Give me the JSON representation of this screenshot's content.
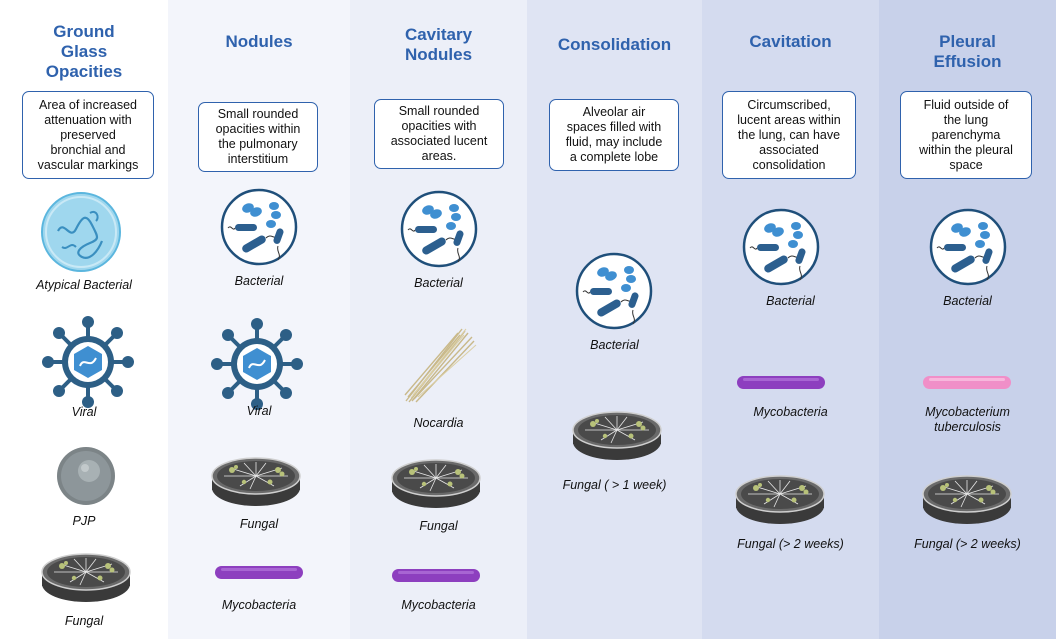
{
  "columns": [
    {
      "heading": [
        "Ground",
        "Glass",
        "Opacities"
      ],
      "description": [
        "Area of increased",
        "attenuation with",
        "preserved",
        "bronchial and",
        "vascular markings"
      ],
      "items": [
        {
          "icon": "atypical-bacteria-icon",
          "caption": [
            "Atypical Bacterial"
          ]
        },
        {
          "icon": "virus-icon",
          "caption": [
            "Viral"
          ]
        },
        {
          "icon": "pjp-cell-icon",
          "caption": [
            "PJP"
          ]
        },
        {
          "icon": "petri-dish-fungal-icon",
          "caption": [
            "Fungal"
          ]
        }
      ]
    },
    {
      "heading": [
        "Nodules"
      ],
      "description": [
        "Small rounded",
        "opacities within",
        "the pulmonary",
        "interstitium"
      ],
      "items": [
        {
          "icon": "bacteria-circle-icon",
          "caption": [
            "Bacterial"
          ]
        },
        {
          "icon": "virus-icon",
          "caption": [
            "Viral"
          ]
        },
        {
          "icon": "petri-dish-fungal-icon",
          "caption": [
            "Fungal"
          ]
        },
        {
          "icon": "mycobacteria-rod-icon",
          "caption": [
            "Mycobacteria"
          ]
        }
      ]
    },
    {
      "heading": [
        "Cavitary",
        "Nodules"
      ],
      "description": [
        "Small rounded",
        "opacities with",
        "associated lucent",
        "areas."
      ],
      "items": [
        {
          "icon": "bacteria-circle-icon",
          "caption": [
            "Bacterial"
          ]
        },
        {
          "icon": "nocardia-filaments-icon",
          "caption": [
            "Nocardia"
          ]
        },
        {
          "icon": "petri-dish-fungal-icon",
          "caption": [
            "Fungal"
          ]
        },
        {
          "icon": "mycobacteria-rod-icon",
          "caption": [
            "Mycobacteria"
          ]
        }
      ]
    },
    {
      "heading": [
        "Consolidation"
      ],
      "description": [
        "Alveolar air",
        "spaces filled with",
        "fluid, may include",
        "a complete lobe"
      ],
      "items": [
        {
          "icon": "bacteria-circle-icon",
          "caption": [
            "Bacterial"
          ]
        },
        {
          "icon": "petri-dish-fungal-icon",
          "caption": [
            "Fungal ( > 1 week)"
          ]
        }
      ]
    },
    {
      "heading": [
        "Cavitation"
      ],
      "description": [
        "Circumscribed,",
        "lucent areas within",
        "the lung, can have",
        "associated",
        "consolidation"
      ],
      "items": [
        {
          "icon": "bacteria-circle-icon",
          "caption": [
            "Bacterial"
          ]
        },
        {
          "icon": "mycobacteria-rod-icon",
          "caption": [
            "Mycobacteria"
          ]
        },
        {
          "icon": "petri-dish-fungal-icon",
          "caption": [
            "Fungal (> 2 weeks)"
          ]
        }
      ]
    },
    {
      "heading": [
        "Pleural",
        "Effusion"
      ],
      "description": [
        "Fluid outside of",
        "the lung",
        "parenchyma",
        "within the pleural",
        "space"
      ],
      "items": [
        {
          "icon": "bacteria-circle-icon",
          "caption": [
            "Bacterial"
          ]
        },
        {
          "icon": "mycobacterium-tuberculosis-rod-icon",
          "caption": [
            "Mycobacterium",
            "tuberculosis"
          ]
        },
        {
          "icon": "petri-dish-fungal-icon",
          "caption": [
            "Fungal (> 2 weeks)"
          ]
        }
      ]
    }
  ],
  "colors": {
    "heading": "#2f62ad",
    "column_backgrounds": [
      "#ffffff",
      "#f3f5fb",
      "#eceff8",
      "#dfe4f3",
      "#d4dbef",
      "#c8d1ea"
    ],
    "mycobacteria": "#8d3fbf",
    "tuberculosis": "#f08fc8"
  }
}
